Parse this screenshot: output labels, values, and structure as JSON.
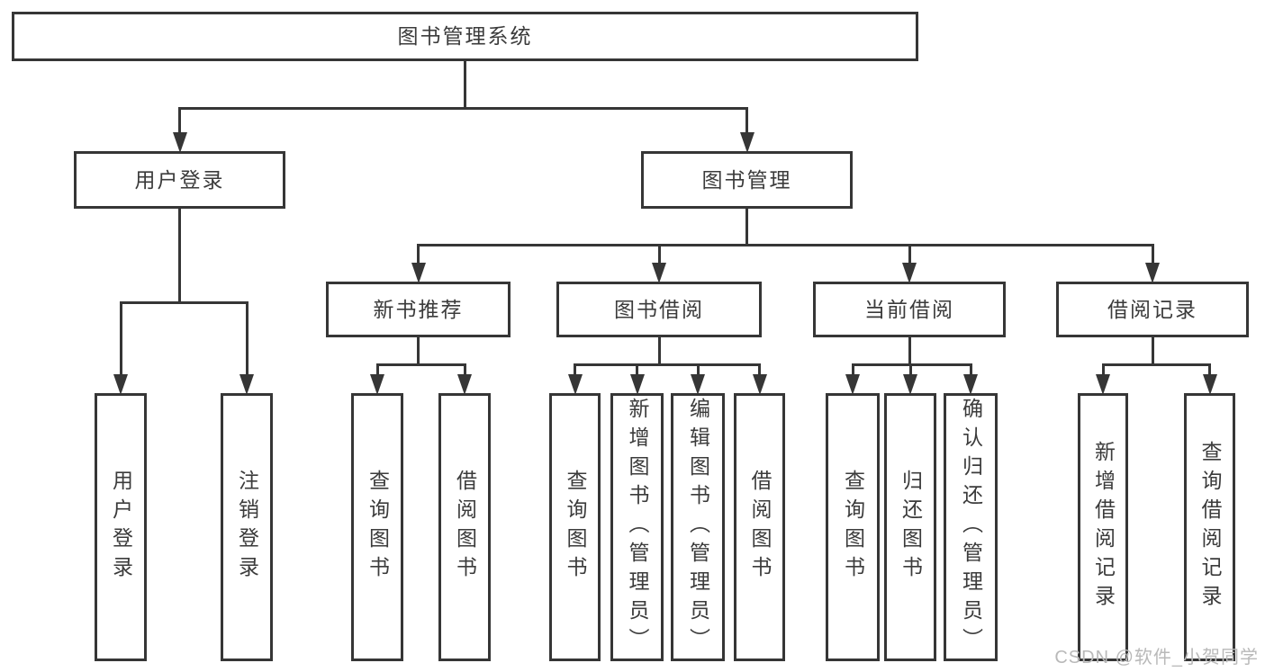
{
  "diagram": {
    "type": "tree",
    "colors": {
      "line": "#363636",
      "text": "#3b3b3b",
      "background": "#ffffff",
      "watermark_text": "#b9b9b9"
    },
    "nodes": [
      {
        "id": "root",
        "label": "图书管理系统",
        "parent": null,
        "orientation": "horizontal"
      },
      {
        "id": "user-login",
        "label": "用户登录",
        "parent": "root",
        "orientation": "horizontal"
      },
      {
        "id": "book-mgmt",
        "label": "图书管理",
        "parent": "root",
        "orientation": "horizontal"
      },
      {
        "id": "new-book-rec",
        "label": "新书推荐",
        "parent": "book-mgmt",
        "orientation": "horizontal"
      },
      {
        "id": "book-borrow",
        "label": "图书借阅",
        "parent": "book-mgmt",
        "orientation": "horizontal"
      },
      {
        "id": "current-borrow",
        "label": "当前借阅",
        "parent": "book-mgmt",
        "orientation": "horizontal"
      },
      {
        "id": "borrow-records",
        "label": "借阅记录",
        "parent": "book-mgmt",
        "orientation": "horizontal"
      },
      {
        "id": "leaf-user-login",
        "label": "用户登录",
        "parent": "user-login",
        "orientation": "vertical"
      },
      {
        "id": "leaf-logout",
        "label": "注销登录",
        "parent": "user-login",
        "orientation": "vertical"
      },
      {
        "id": "leaf-query-book-rec",
        "label": "查询图书",
        "parent": "new-book-rec",
        "orientation": "vertical"
      },
      {
        "id": "leaf-borrow-book-rec",
        "label": "借阅图书",
        "parent": "new-book-rec",
        "orientation": "vertical"
      },
      {
        "id": "leaf-query-book-borrow",
        "label": "查询图书",
        "parent": "book-borrow",
        "orientation": "vertical"
      },
      {
        "id": "leaf-add-book",
        "label": "新增图书（管理员）",
        "parent": "book-borrow",
        "orientation": "vertical"
      },
      {
        "id": "leaf-edit-book",
        "label": "编辑图书（管理员）",
        "parent": "book-borrow",
        "orientation": "vertical"
      },
      {
        "id": "leaf-borrow-book-borrow",
        "label": "借阅图书",
        "parent": "book-borrow",
        "orientation": "vertical"
      },
      {
        "id": "leaf-query-book-current",
        "label": "查询图书",
        "parent": "current-borrow",
        "orientation": "vertical"
      },
      {
        "id": "leaf-return-book",
        "label": "归还图书",
        "parent": "current-borrow",
        "orientation": "vertical"
      },
      {
        "id": "leaf-confirm-return",
        "label": "确认归还（管理员）",
        "parent": "current-borrow",
        "orientation": "vertical"
      },
      {
        "id": "leaf-add-borrow-record",
        "label": "新增借阅记录",
        "parent": "borrow-records",
        "orientation": "vertical"
      },
      {
        "id": "leaf-query-borrow-record",
        "label": "查询借阅记录",
        "parent": "borrow-records",
        "orientation": "vertical"
      }
    ]
  },
  "watermark": "CSDN @软件_小贺同学"
}
